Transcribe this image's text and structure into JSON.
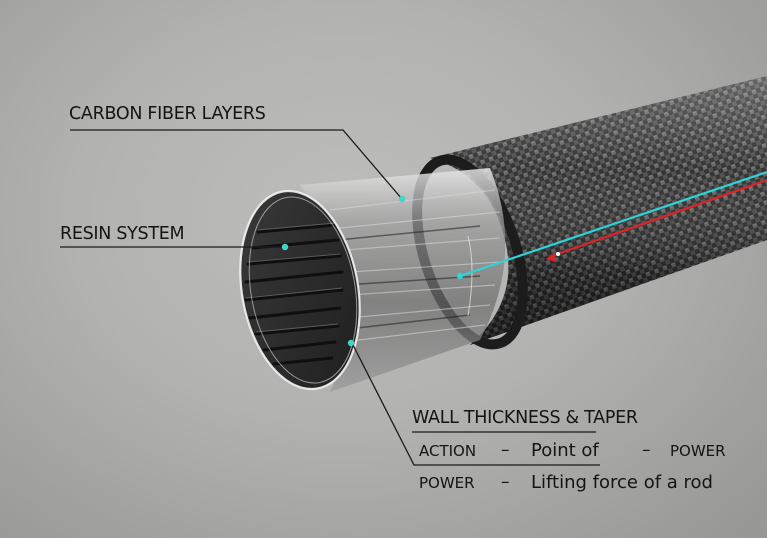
{
  "diagram": {
    "subject": "Carbon fiber rod blank cutaway",
    "colors": {
      "background": "#b4b4b2",
      "leader_line": "#1a1a1a",
      "marker_dot": "#3fd6c4",
      "accent_cyan": "#2ed3d8",
      "accent_red": "#d8262a",
      "weave_dark": "#2b2b2b",
      "weave_light": "#6e6e6e"
    },
    "callouts": [
      {
        "id": "carbon",
        "label": "CARBON FIBER LAYERS"
      },
      {
        "id": "resin",
        "label": "RESIN SYSTEM"
      },
      {
        "id": "wall",
        "label": "WALL THICKNESS & TAPER"
      }
    ],
    "definitions": [
      {
        "term": "ACTION",
        "dash": "–",
        "text": "Point of",
        "dash2": "–",
        "ref": "POWER"
      },
      {
        "term": "POWER",
        "dash": "–",
        "text": "Lifting force of a rod"
      }
    ]
  }
}
